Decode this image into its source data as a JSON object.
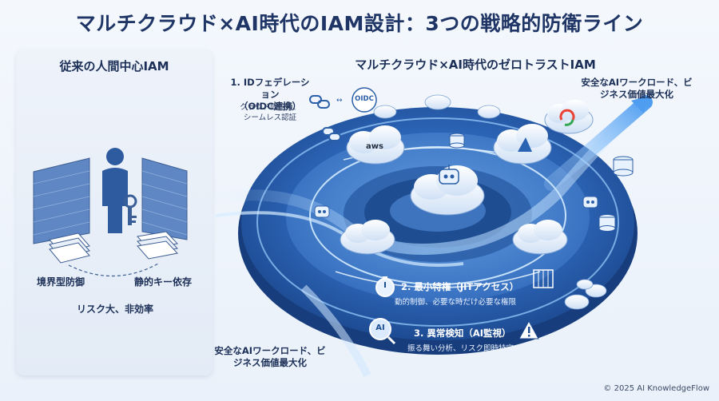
{
  "title": "マルチクラウド×AI時代のIAM設計：3つの戦略的防衛ライン",
  "left_panel": {
    "title": "従来の人間中心IAM",
    "perimeter_label": "境界型防御",
    "static_key_label": "静的キー依存",
    "summary": "リスク大、非効率"
  },
  "right": {
    "title": "マルチクラウド×AI時代のゼロトラストIAM",
    "outcome_top": "安全なAIワークロード、ビジネス価値最大化",
    "outcome_bottom": "安全なAIワークロード、ビジネス価値最大化",
    "federation": {
      "title_line1": "1. IDフェデレーション",
      "title_line2": "（OIDC連携）",
      "desc_line1": "クラウド間信頼、",
      "desc_line2": "シームレス認証",
      "badge": "OIDC"
    },
    "least_privilege": {
      "title": "2. 最小特権（JITアクセス）",
      "desc": "動的制御、必要な時だけ必要な権限"
    },
    "anomaly": {
      "title": "3. 異常検知（AI監視）",
      "desc": "振る舞い分析、リスク即時特定",
      "ai_badge": "AI"
    },
    "cloud_labels": {
      "aws": "aws"
    }
  },
  "copyright": "© 2025 AI KnowledgeFlow",
  "colors": {
    "title": "#1f3566",
    "platform_dark": "#1e4f9a",
    "platform_light": "#6fa8e6",
    "flow": "#9fd2ff"
  }
}
